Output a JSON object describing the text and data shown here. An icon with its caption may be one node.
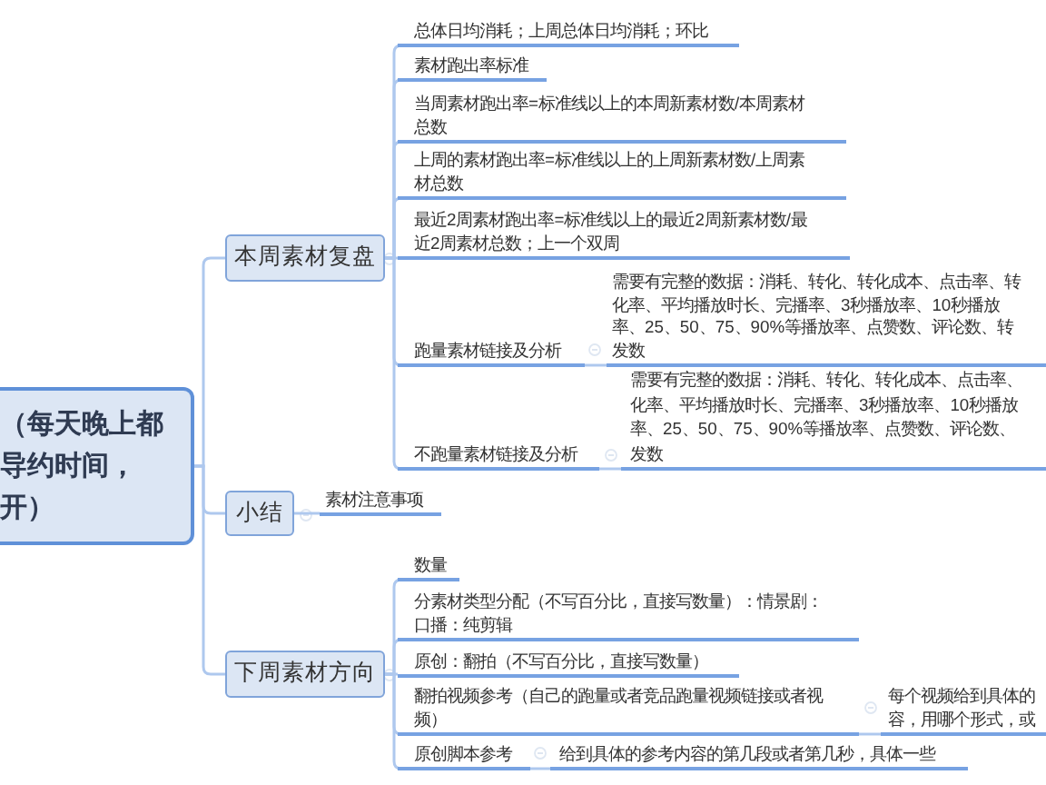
{
  "diagram": {
    "nodes": [
      {
        "text": [
          "（每天晚上都导约时间，开）"
        ]
      },
      {
        "text": [
          "本周素材复盘"
        ]
      },
      {
        "text": [
          "小结"
        ]
      },
      {
        "text": [
          "下周素材方向"
        ]
      },
      {
        "text": [
          "总体日均消耗；上周总体日均消耗；环比"
        ]
      },
      {
        "text": [
          "素材跑出率标准"
        ]
      },
      {
        "text": [
          "当周素材跑出率=标准线以上的本周新素材数/本周素材总数"
        ]
      },
      {
        "text": [
          "上周的素材跑出率=标准线以上的上周新素材数/上周素材总数"
        ]
      },
      {
        "text": [
          "最近2周素材跑出率=标准线以上的最近2周新素材数/最近2周素材总数；上一个双周"
        ]
      },
      {
        "text": [
          "跑量素材链接及分析"
        ]
      },
      {
        "text": [
          "需要有完整的数据：消耗、转化、转化成本、点击率、转化率、平均播放时长、完播率、3秒播放率、10秒播放率、25、50、75、90%等播放率、点赞数、评论数、转发数"
        ]
      },
      {
        "text": [
          "不跑量素材链接及分析"
        ]
      },
      {
        "text": [
          "需要有完整的数据：消耗、转化、转化成本、点击率、化率、平均播放时长、完播率、3秒播放率、10秒播放率、25、50、75、90%等播放率、点赞数、评论数、发数"
        ]
      },
      {
        "text": [
          "素材注意事项"
        ]
      },
      {
        "text": [
          "数量"
        ]
      },
      {
        "text": [
          "分素材类型分配（不写百分比，直接写数量）：情景剧：口播：纯剪辑"
        ]
      },
      {
        "text": [
          "原创：翻拍（不写百分比，直接写数量）"
        ]
      },
      {
        "text": [
          "翻拍视频参考（自己的跑量或者竞品跑量视频链接或者视频）"
        ]
      },
      {
        "text": [
          "每个视频给到具体的容，用哪个形式，或"
        ]
      },
      {
        "text": [
          "原创脚本参考"
        ]
      },
      {
        "text": [
          "给到具体的参考内容的第几段或者第几秒，具体一些"
        ]
      }
    ],
    "edges": [
      {
        "from": 0,
        "to": 1,
        "arrow": "none"
      },
      {
        "from": 0,
        "to": 2,
        "arrow": "none"
      },
      {
        "from": 0,
        "to": 3,
        "arrow": "none"
      },
      {
        "from": 1,
        "to": 4,
        "arrow": "none"
      },
      {
        "from": 1,
        "to": 5,
        "arrow": "none"
      },
      {
        "from": 1,
        "to": 6,
        "arrow": "none"
      },
      {
        "from": 1,
        "to": 7,
        "arrow": "none"
      },
      {
        "from": 1,
        "to": 8,
        "arrow": "none"
      },
      {
        "from": 1,
        "to": 9,
        "arrow": "none"
      },
      {
        "from": 9,
        "to": 10,
        "arrow": "none"
      },
      {
        "from": 1,
        "to": 11,
        "arrow": "none"
      },
      {
        "from": 11,
        "to": 12,
        "arrow": "none"
      },
      {
        "from": 2,
        "to": 13,
        "arrow": "none"
      },
      {
        "from": 3,
        "to": 14,
        "arrow": "none"
      },
      {
        "from": 3,
        "to": 15,
        "arrow": "none"
      },
      {
        "from": 3,
        "to": 16,
        "arrow": "none"
      },
      {
        "from": 3,
        "to": 17,
        "arrow": "none"
      },
      {
        "from": 17,
        "to": 18,
        "arrow": "none"
      },
      {
        "from": 3,
        "to": 19,
        "arrow": "none"
      },
      {
        "from": 19,
        "to": 20,
        "arrow": "none"
      }
    ]
  }
}
